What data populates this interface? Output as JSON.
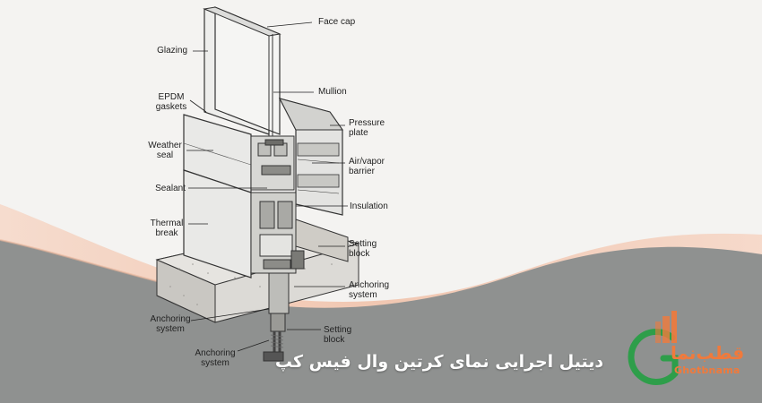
{
  "labels": {
    "face_cap": "Face cap",
    "glazing": "Glazing",
    "mullion": "Mullion",
    "epdm_gaskets": "EPDM\ngaskets",
    "pressure_plate": "Pressure\nplate",
    "weather_seal": "Weather\nseal",
    "air_vapor_barrier": "Air/vapor\nbarrier",
    "sealant": "Sealant",
    "insulation": "Insulation",
    "thermal_break": "Thermal\nbreak",
    "setting_block_upper": "Setting\nblock",
    "anchoring_system_right": "Anchoring\nsystem",
    "anchoring_system_left": "Anchoring\nsystem",
    "setting_block_lower": "Setting\nblock",
    "anchoring_system_bottom": "Anchoring\nsystem"
  },
  "caption": "دیتیل اجرایی نمای کرتین وال فیس کپ",
  "logo": {
    "name_fa": "قطب‌نما",
    "name_en": "Ghotbnama"
  },
  "colors": {
    "background": "#f4f3f1",
    "peach": "#f2c9b4",
    "gray_band": "#8f9190",
    "logo_orange": "#f07a3c",
    "logo_green": "#2e9e4a"
  }
}
